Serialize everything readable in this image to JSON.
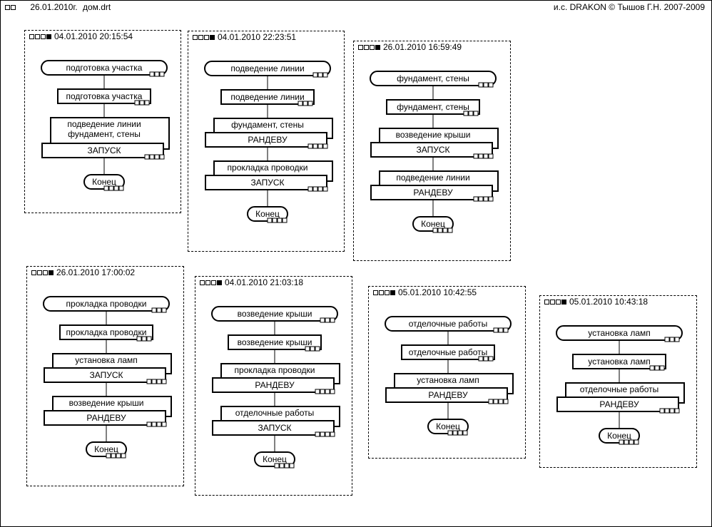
{
  "header": {
    "file_date": "26.01.2010г.",
    "file_name": "дом.drt",
    "copyright": "и.с. DRAKON © Тышов Г.Н. 2007-2009"
  },
  "panels": [
    {
      "timestamp": "04.01.2010 20:15:54",
      "title": "подготовка участка",
      "action": "подготовка участка",
      "blocks": [
        {
          "upper": [
            "подведение линии",
            "фундамент, стены"
          ],
          "lower": "ЗАПУСК"
        }
      ],
      "end_label": "Конец"
    },
    {
      "timestamp": "04.01.2010 22:23:51",
      "title": "подведение линии",
      "action": "подведение линии",
      "blocks": [
        {
          "upper": [
            "фундамент, стены"
          ],
          "lower": "РАНДЕВУ"
        },
        {
          "upper": [
            "прокладка проводки"
          ],
          "lower": "ЗАПУСК"
        }
      ],
      "end_label": "Конец"
    },
    {
      "timestamp": "26.01.2010 16:59:49",
      "title": "фундамент, стены",
      "action": "фундамент, стены",
      "blocks": [
        {
          "upper": [
            "возведение крыши"
          ],
          "lower": "ЗАПУСК"
        },
        {
          "upper": [
            "подведение линии"
          ],
          "lower": "РАНДЕВУ"
        }
      ],
      "end_label": "Конец"
    },
    {
      "timestamp": "26.01.2010 17:00:02",
      "title": "прокладка проводки",
      "action": "прокладка проводки",
      "blocks": [
        {
          "upper": [
            "установка ламп"
          ],
          "lower": "ЗАПУСК"
        },
        {
          "upper": [
            "возведение крыши"
          ],
          "lower": "РАНДЕВУ"
        }
      ],
      "end_label": "Конец"
    },
    {
      "timestamp": "04.01.2010 21:03:18",
      "title": "возведение крыши",
      "action": "возведение крыши",
      "blocks": [
        {
          "upper": [
            "прокладка проводки"
          ],
          "lower": "РАНДЕВУ"
        },
        {
          "upper": [
            "отделочные работы"
          ],
          "lower": "ЗАПУСК"
        }
      ],
      "end_label": "Конец"
    },
    {
      "timestamp": "05.01.2010 10:42:55",
      "title": "отделочные работы",
      "action": "отделочные работы",
      "blocks": [
        {
          "upper": [
            "установка ламп"
          ],
          "lower": "РАНДЕВУ"
        }
      ],
      "end_label": "Конец"
    },
    {
      "timestamp": "05.01.2010 10:43:18",
      "title": "установка ламп",
      "action": "установка ламп",
      "blocks": [
        {
          "upper": [
            "отделочные работы"
          ],
          "lower": "РАНДЕВУ"
        }
      ],
      "end_label": "Конец"
    }
  ]
}
